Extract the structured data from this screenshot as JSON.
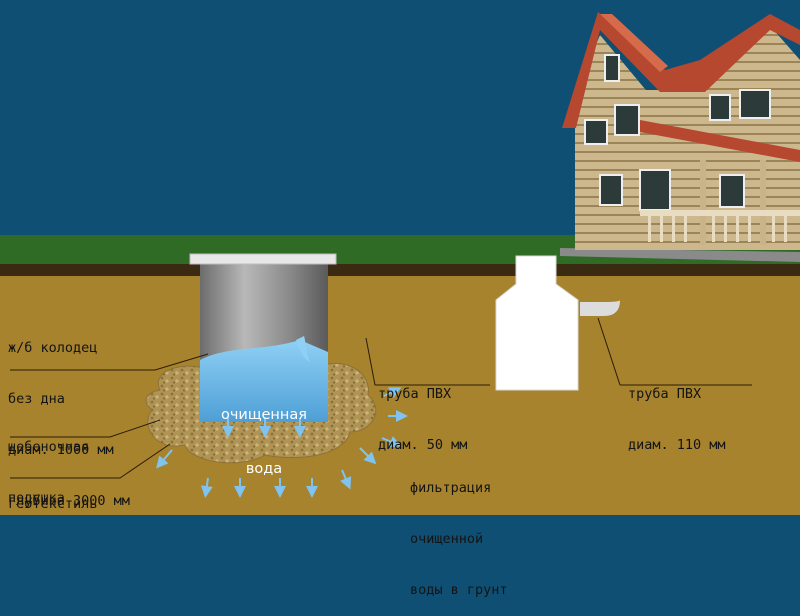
{
  "labels": {
    "well_line1": "ж/б колодец",
    "well_line2": "без дна",
    "well_line3": "диам. 1000 мм",
    "well_line4": "глубина 3000 мм",
    "gravel_line1": "щебеночная",
    "gravel_line2": "подушка",
    "geotextile": "геотекстиль",
    "pipe50_line1": "труба ПВХ",
    "pipe50_line2": "диам. 50 мм",
    "pipe110_line1": "труба ПВХ",
    "pipe110_line2": "диам. 110 мм",
    "water_line1": "очищенная",
    "water_line2": "вода",
    "filter_line1": "фильтрация",
    "filter_line2": "очищенной",
    "filter_line3": "воды в грунт"
  },
  "colors": {
    "sky": "#0e4f73",
    "grass": "#2d6a22",
    "soil": "#a8832e",
    "well_metal": "#9a9a9a",
    "water": "#6fb6e6",
    "gravel": "#b39a5a",
    "arrow": "#7fc3ee",
    "tank": "#ffffff",
    "house_log": "#c9b48a",
    "roof": "#b5482f"
  },
  "icons": [
    "house-illustration",
    "septic-tank",
    "well",
    "down-arrow",
    "outflow-arrow"
  ]
}
